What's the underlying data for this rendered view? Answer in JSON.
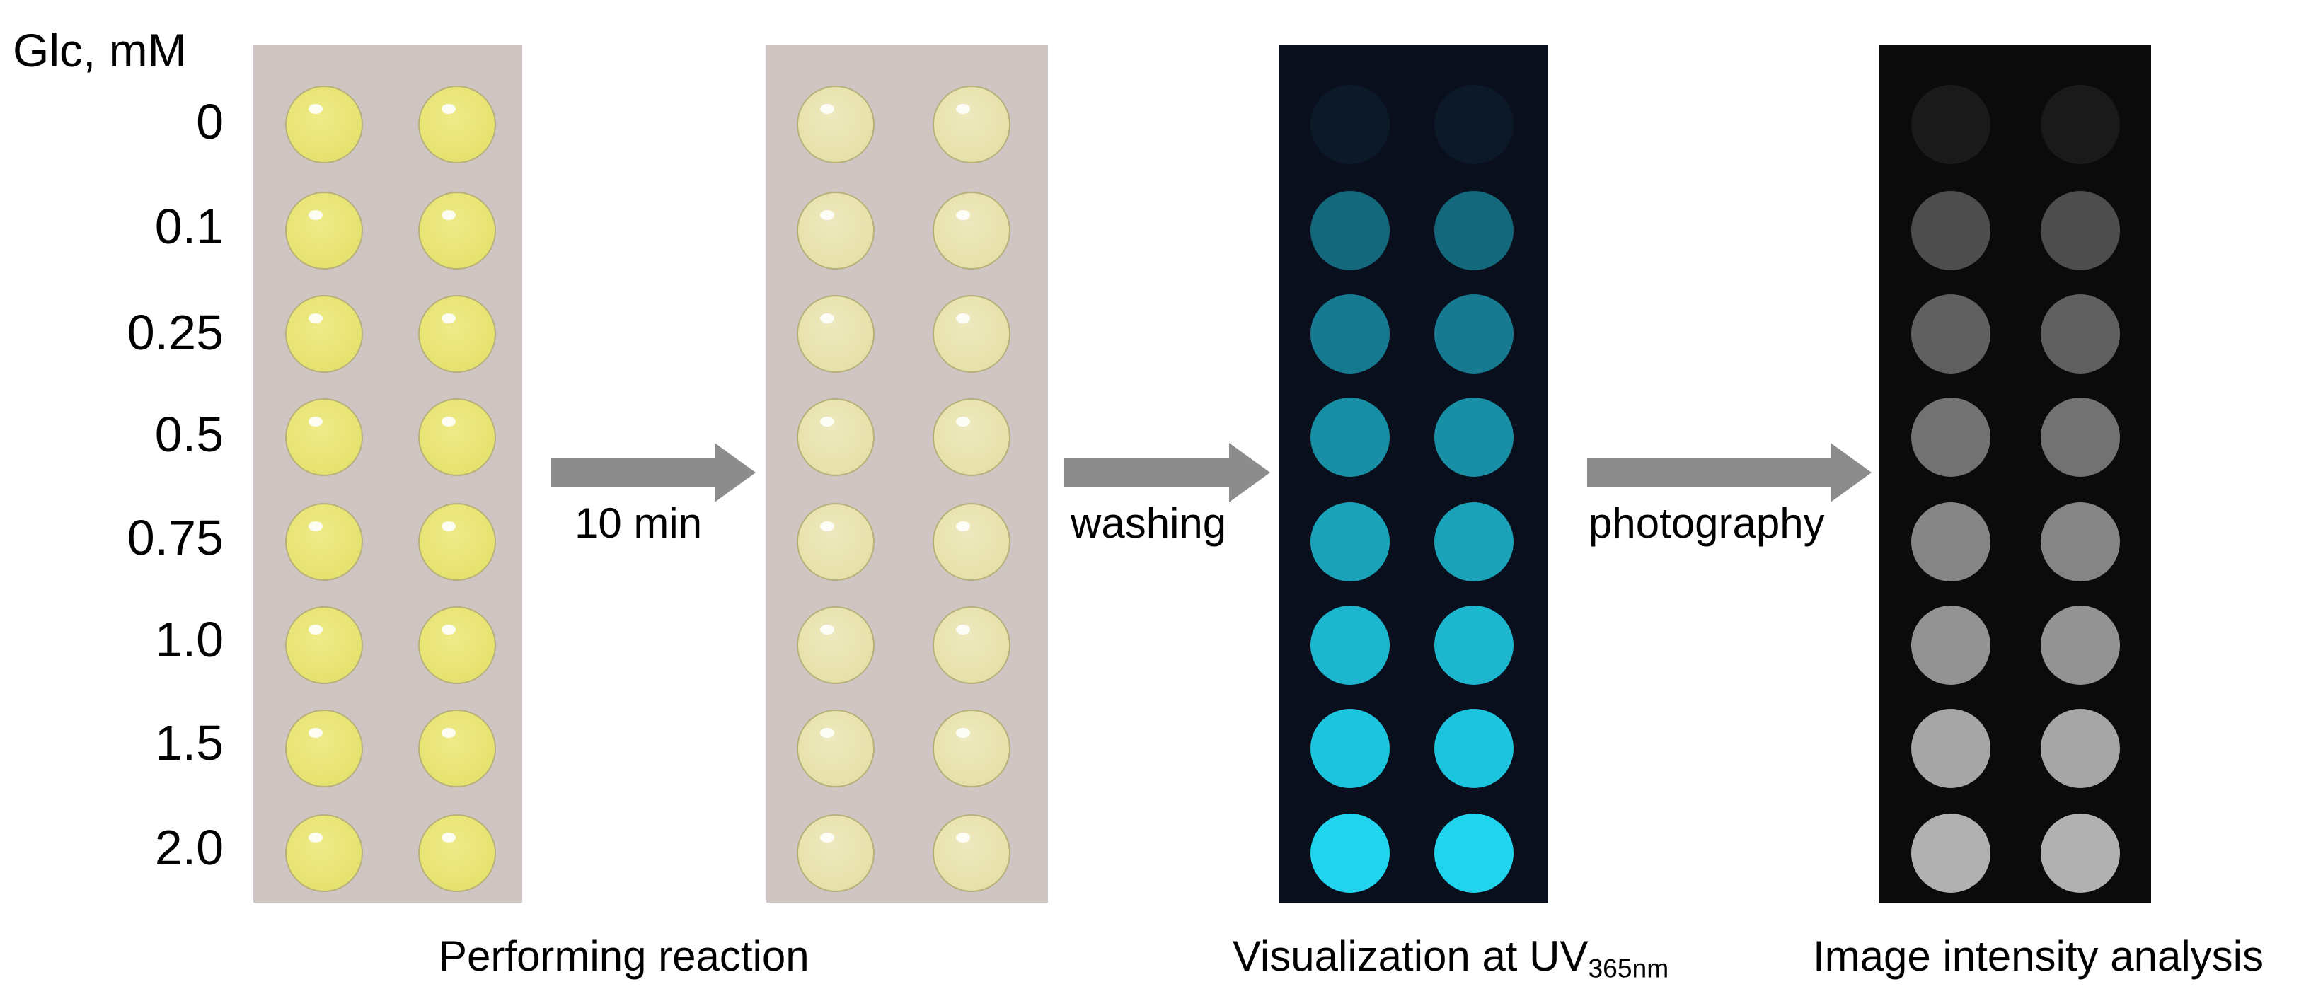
{
  "concentration_header": "Glc, mM",
  "concentrations": [
    "0",
    "0.1",
    "0.25",
    "0.5",
    "0.75",
    "1.0",
    "1.5",
    "2.0"
  ],
  "steps": [
    {
      "label": "10 min"
    },
    {
      "label": "washing"
    },
    {
      "label": "photography"
    }
  ],
  "captions": {
    "performing_reaction": "Performing reaction",
    "visualization_prefix": "Visualization at UV",
    "visualization_subscript": "365nm",
    "image_analysis": "Image intensity analysis"
  },
  "colors": {
    "strip_background": "#cfc6c3",
    "spot_initial": "#e6e26e",
    "spot_reacted": "#e6e0a8",
    "uv_background": "#0a0f1e",
    "uv_spot": "#20d4ee",
    "gray_background": "#0b0b0b",
    "gray_spot": "#c8c8c8",
    "arrow": "#8c8c8c"
  },
  "intensity_levels": {
    "uv": [
      0.05,
      0.45,
      0.55,
      0.65,
      0.75,
      0.85,
      0.92,
      1.0
    ],
    "gray": [
      0.08,
      0.35,
      0.45,
      0.55,
      0.65,
      0.72,
      0.82,
      0.88
    ]
  }
}
